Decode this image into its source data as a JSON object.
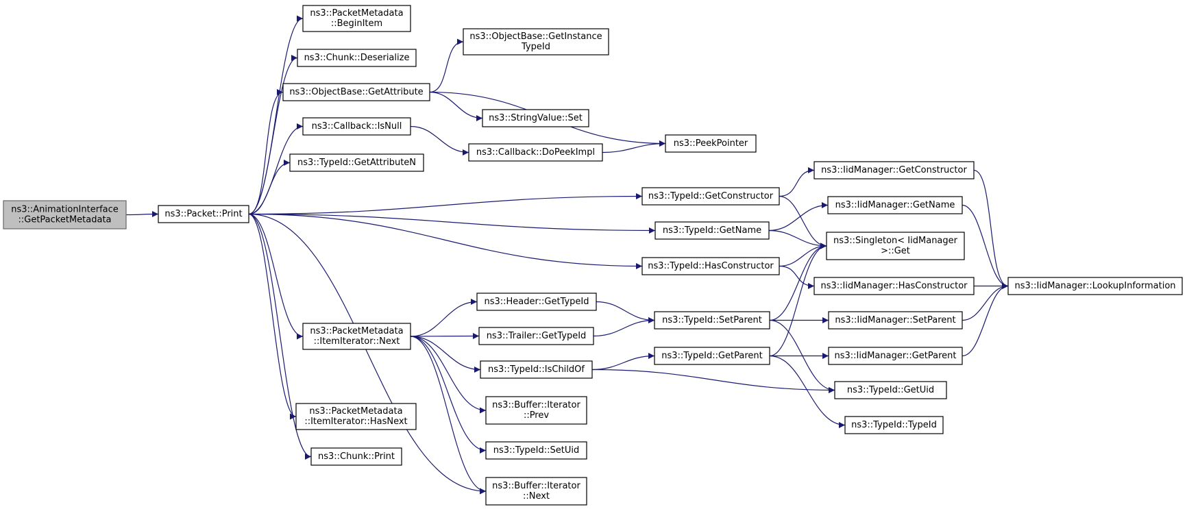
{
  "colors": {
    "edge": "#191970",
    "root_fill": "#bfbfbf",
    "node_fill": "#ffffff",
    "node_border": "#000000"
  },
  "nodes": [
    {
      "id": "root",
      "lines": [
        "ns3::AnimationInterface",
        "::GetPacketMetadata"
      ],
      "root": true
    },
    {
      "id": "packet_print",
      "lines": [
        "ns3::Packet::Print"
      ]
    },
    {
      "id": "pm_beginitem",
      "lines": [
        "ns3::PacketMetadata",
        "::BeginItem"
      ]
    },
    {
      "id": "chunk_deserialize",
      "lines": [
        "ns3::Chunk::Deserialize"
      ]
    },
    {
      "id": "objbase_getattribute",
      "lines": [
        "ns3::ObjectBase::GetAttribute"
      ]
    },
    {
      "id": "callback_isnull",
      "lines": [
        "ns3::Callback::IsNull"
      ]
    },
    {
      "id": "typeid_getattributen",
      "lines": [
        "ns3::TypeId::GetAttributeN"
      ]
    },
    {
      "id": "objbase_getinstancetypeid",
      "lines": [
        "ns3::ObjectBase::GetInstance",
        "TypeId"
      ]
    },
    {
      "id": "stringvalue_set",
      "lines": [
        "ns3::StringValue::Set"
      ]
    },
    {
      "id": "callback_dopeekimpl",
      "lines": [
        "ns3::Callback::DoPeekImpl"
      ]
    },
    {
      "id": "peekpointer",
      "lines": [
        "ns3::PeekPointer"
      ]
    },
    {
      "id": "typeid_getconstructor",
      "lines": [
        "ns3::TypeId::GetConstructor"
      ]
    },
    {
      "id": "typeid_getname",
      "lines": [
        "ns3::TypeId::GetName"
      ]
    },
    {
      "id": "typeid_hasconstructor",
      "lines": [
        "ns3::TypeId::HasConstructor"
      ]
    },
    {
      "id": "iid_getconstructor",
      "lines": [
        "ns3::IidManager::GetConstructor"
      ]
    },
    {
      "id": "iid_getname",
      "lines": [
        "ns3::IidManager::GetName"
      ]
    },
    {
      "id": "singleton_get",
      "lines": [
        "ns3::Singleton< IidManager",
        ">::Get"
      ]
    },
    {
      "id": "iid_hasconstructor",
      "lines": [
        "ns3::IidManager::HasConstructor"
      ]
    },
    {
      "id": "iid_lookupinformation",
      "lines": [
        "ns3::IidManager::LookupInformation"
      ]
    },
    {
      "id": "pm_itemiterator_next",
      "lines": [
        "ns3::PacketMetadata",
        "::ItemIterator::Next"
      ]
    },
    {
      "id": "header_gettypeid",
      "lines": [
        "ns3::Header::GetTypeId"
      ]
    },
    {
      "id": "trailer_gettypeid",
      "lines": [
        "ns3::Trailer::GetTypeId"
      ]
    },
    {
      "id": "typeid_ischildof",
      "lines": [
        "ns3::TypeId::IsChildOf"
      ]
    },
    {
      "id": "typeid_setparent",
      "lines": [
        "ns3::TypeId::SetParent"
      ]
    },
    {
      "id": "typeid_getparent",
      "lines": [
        "ns3::TypeId::GetParent"
      ]
    },
    {
      "id": "iid_setparent",
      "lines": [
        "ns3::IidManager::SetParent"
      ]
    },
    {
      "id": "iid_getparent",
      "lines": [
        "ns3::IidManager::GetParent"
      ]
    },
    {
      "id": "typeid_getuid",
      "lines": [
        "ns3::TypeId::GetUid"
      ]
    },
    {
      "id": "typeid_typeid",
      "lines": [
        "ns3::TypeId::TypeId"
      ]
    },
    {
      "id": "buffer_iterator_prev",
      "lines": [
        "ns3::Buffer::Iterator",
        "::Prev"
      ]
    },
    {
      "id": "typeid_setuid",
      "lines": [
        "ns3::TypeId::SetUid"
      ]
    },
    {
      "id": "buffer_iterator_next",
      "lines": [
        "ns3::Buffer::Iterator",
        "::Next"
      ]
    },
    {
      "id": "pm_itemiterator_hasnext",
      "lines": [
        "ns3::PacketMetadata",
        "::ItemIterator::HasNext"
      ]
    },
    {
      "id": "chunk_print",
      "lines": [
        "ns3::Chunk::Print"
      ]
    }
  ],
  "edges": [
    [
      "root",
      "packet_print"
    ],
    [
      "packet_print",
      "pm_beginitem"
    ],
    [
      "packet_print",
      "chunk_deserialize"
    ],
    [
      "packet_print",
      "objbase_getattribute"
    ],
    [
      "packet_print",
      "callback_isnull"
    ],
    [
      "packet_print",
      "typeid_getattributen"
    ],
    [
      "packet_print",
      "typeid_getconstructor"
    ],
    [
      "packet_print",
      "typeid_getname"
    ],
    [
      "packet_print",
      "typeid_hasconstructor"
    ],
    [
      "packet_print",
      "pm_itemiterator_next"
    ],
    [
      "packet_print",
      "buffer_iterator_next"
    ],
    [
      "packet_print",
      "pm_itemiterator_hasnext"
    ],
    [
      "packet_print",
      "chunk_print"
    ],
    [
      "objbase_getattribute",
      "objbase_getinstancetypeid"
    ],
    [
      "objbase_getattribute",
      "stringvalue_set"
    ],
    [
      "objbase_getattribute",
      "peekpointer"
    ],
    [
      "callback_isnull",
      "callback_dopeekimpl"
    ],
    [
      "callback_dopeekimpl",
      "peekpointer"
    ],
    [
      "typeid_getconstructor",
      "iid_getconstructor"
    ],
    [
      "typeid_getconstructor",
      "singleton_get"
    ],
    [
      "typeid_getname",
      "iid_getname"
    ],
    [
      "typeid_getname",
      "singleton_get"
    ],
    [
      "typeid_hasconstructor",
      "singleton_get"
    ],
    [
      "typeid_hasconstructor",
      "iid_hasconstructor"
    ],
    [
      "iid_getconstructor",
      "iid_lookupinformation"
    ],
    [
      "iid_getname",
      "iid_lookupinformation"
    ],
    [
      "iid_hasconstructor",
      "iid_lookupinformation"
    ],
    [
      "pm_itemiterator_next",
      "header_gettypeid"
    ],
    [
      "pm_itemiterator_next",
      "trailer_gettypeid"
    ],
    [
      "pm_itemiterator_next",
      "typeid_ischildof"
    ],
    [
      "pm_itemiterator_next",
      "buffer_iterator_prev"
    ],
    [
      "pm_itemiterator_next",
      "typeid_setuid"
    ],
    [
      "pm_itemiterator_next",
      "buffer_iterator_next"
    ],
    [
      "header_gettypeid",
      "typeid_setparent"
    ],
    [
      "trailer_gettypeid",
      "typeid_setparent"
    ],
    [
      "typeid_ischildof",
      "typeid_getparent"
    ],
    [
      "typeid_ischildof",
      "typeid_getuid"
    ],
    [
      "typeid_setparent",
      "singleton_get"
    ],
    [
      "typeid_setparent",
      "iid_setparent"
    ],
    [
      "typeid_setparent",
      "typeid_getuid"
    ],
    [
      "typeid_getparent",
      "singleton_get"
    ],
    [
      "typeid_getparent",
      "iid_getparent"
    ],
    [
      "typeid_getparent",
      "typeid_typeid"
    ],
    [
      "iid_setparent",
      "iid_lookupinformation"
    ],
    [
      "iid_getparent",
      "iid_lookupinformation"
    ]
  ]
}
